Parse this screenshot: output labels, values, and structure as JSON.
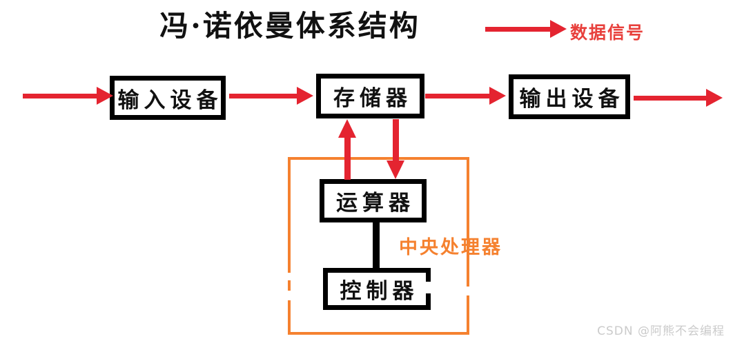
{
  "title": "冯·诺依曼体系结构",
  "legend": {
    "arrow": "red-right-arrow",
    "label": "数据信号"
  },
  "diagram": {
    "nodes": [
      {
        "id": "input-device",
        "label": "输入设备"
      },
      {
        "id": "memory",
        "label": "存储器"
      },
      {
        "id": "output-device",
        "label": "输出设备"
      },
      {
        "id": "alu",
        "label": "运算器"
      },
      {
        "id": "control-unit",
        "label": "控制器"
      }
    ],
    "cpu_group": {
      "label": "中央处理器",
      "members": [
        "alu",
        "control-unit"
      ]
    },
    "edges": [
      {
        "from": "external-left",
        "to": "input-device",
        "type": "data-signal-arrow"
      },
      {
        "from": "input-device",
        "to": "memory",
        "type": "data-signal-arrow"
      },
      {
        "from": "memory",
        "to": "output-device",
        "type": "data-signal-arrow"
      },
      {
        "from": "output-device",
        "to": "external-right",
        "type": "data-signal-arrow"
      },
      {
        "from": "alu",
        "to": "memory",
        "type": "data-signal-arrow"
      },
      {
        "from": "memory",
        "to": "alu",
        "type": "data-signal-arrow"
      },
      {
        "from": "alu",
        "to": "control-unit",
        "type": "plain-line"
      }
    ]
  },
  "watermark": "CSDN @阿熊不会编程",
  "colors": {
    "arrow_red": "#e42430",
    "legend_text_red": "#e8403c",
    "cpu_orange": "#f5812f",
    "box_border_black": "#000000",
    "watermark_gray": "#cbcbcb",
    "background": "#ffffff"
  }
}
